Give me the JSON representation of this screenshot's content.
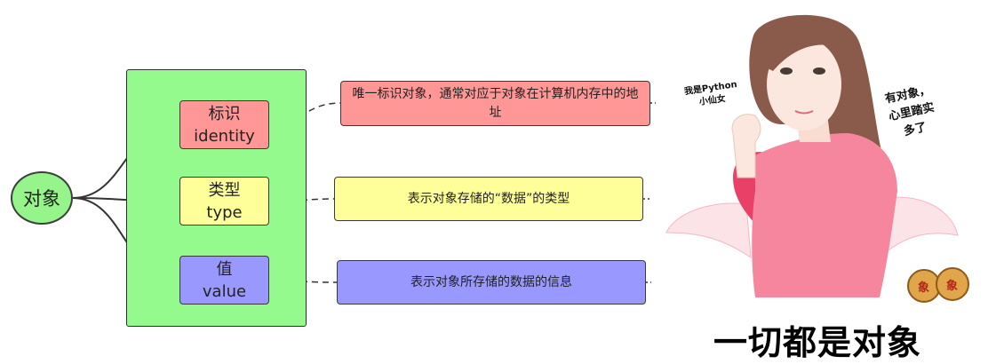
{
  "root": {
    "label": "对象"
  },
  "attributes": [
    {
      "id": "identity",
      "zh": "标识",
      "en": "identity",
      "desc": "唯一标识对象，通常对应于对象在计算机内存中的地址",
      "color": "#ff9797"
    },
    {
      "id": "type",
      "zh": "类型",
      "en": "type",
      "desc": "表示对象存储的“数据”的类型",
      "color": "#ffff99"
    },
    {
      "id": "value",
      "zh": "值",
      "en": "value",
      "desc": "表示对象所存储的数据的信息",
      "color": "#9898ff"
    }
  ],
  "colors": {
    "root": "#95f58b",
    "group": "#95fa8d",
    "line": "#333333"
  },
  "illustration": {
    "sticker_left": "我是Python\n小仙女",
    "sticker_right": "有对象，\n心里踏实\n多了",
    "chess_char": "象",
    "caption": "一切都是对象"
  }
}
